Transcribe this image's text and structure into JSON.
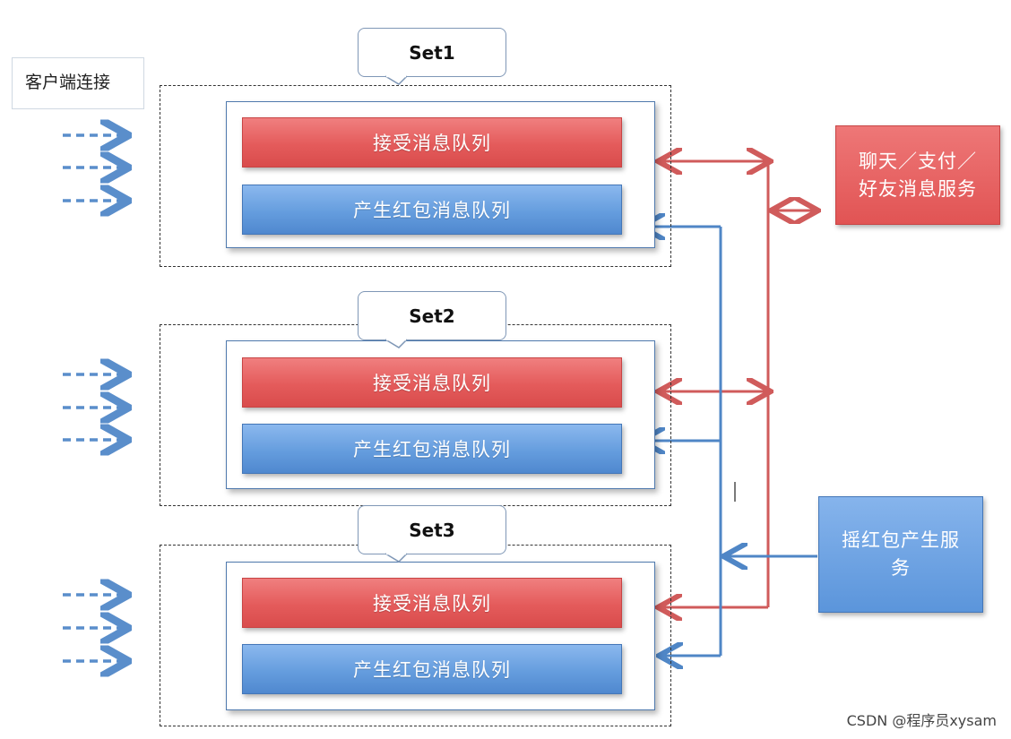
{
  "client_label": "客户端连接",
  "sets": [
    {
      "title": "Set1",
      "receive_queue": "接受消息队列",
      "redpacket_queue": "产生红包消息队列"
    },
    {
      "title": "Set2",
      "receive_queue": "接受消息队列",
      "redpacket_queue": "产生红包消息队列"
    },
    {
      "title": "Set3",
      "receive_queue": "接受消息队列",
      "redpacket_queue": "产生红包消息队列"
    }
  ],
  "services": {
    "chat_service": {
      "line1": "聊天／支付／",
      "line2": "好友消息服务"
    },
    "shake_service": {
      "line1": "摇红包产生服",
      "line2": "务"
    }
  },
  "watermark": "CSDN @程序员xysam",
  "colors": {
    "red": "#d9534f",
    "blue": "#4a86c8",
    "arrow_red": "#d05b5b",
    "arrow_blue": "#4f86c6"
  }
}
